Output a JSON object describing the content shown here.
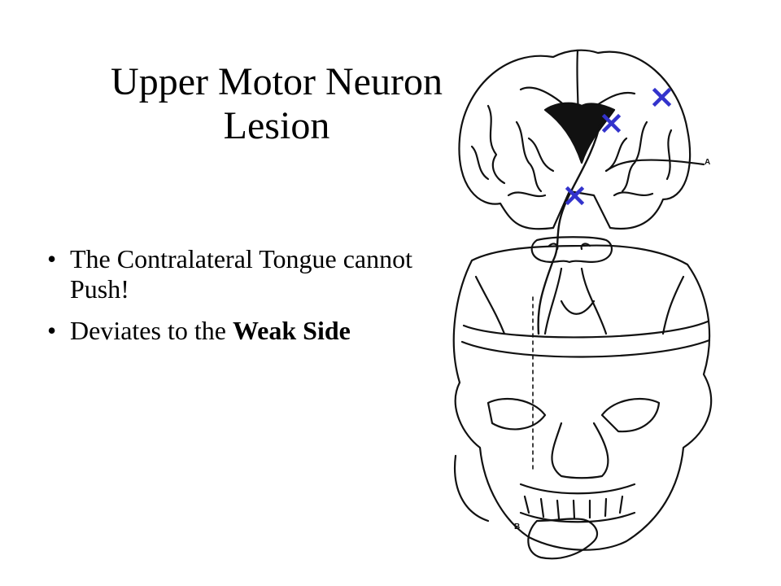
{
  "slide": {
    "title_line1": "Upper Motor Neuron",
    "title_line2": "Lesion",
    "bullets": [
      {
        "text": "The Contralateral Tongue cannot Push!"
      },
      {
        "text_plain": "Deviates to the ",
        "text_bold": "Weak Side"
      }
    ]
  },
  "illustration": {
    "label_a": "A",
    "label_b": "B",
    "lesion_marker_color": "#3333cc",
    "lesion_marker_count": 3
  }
}
